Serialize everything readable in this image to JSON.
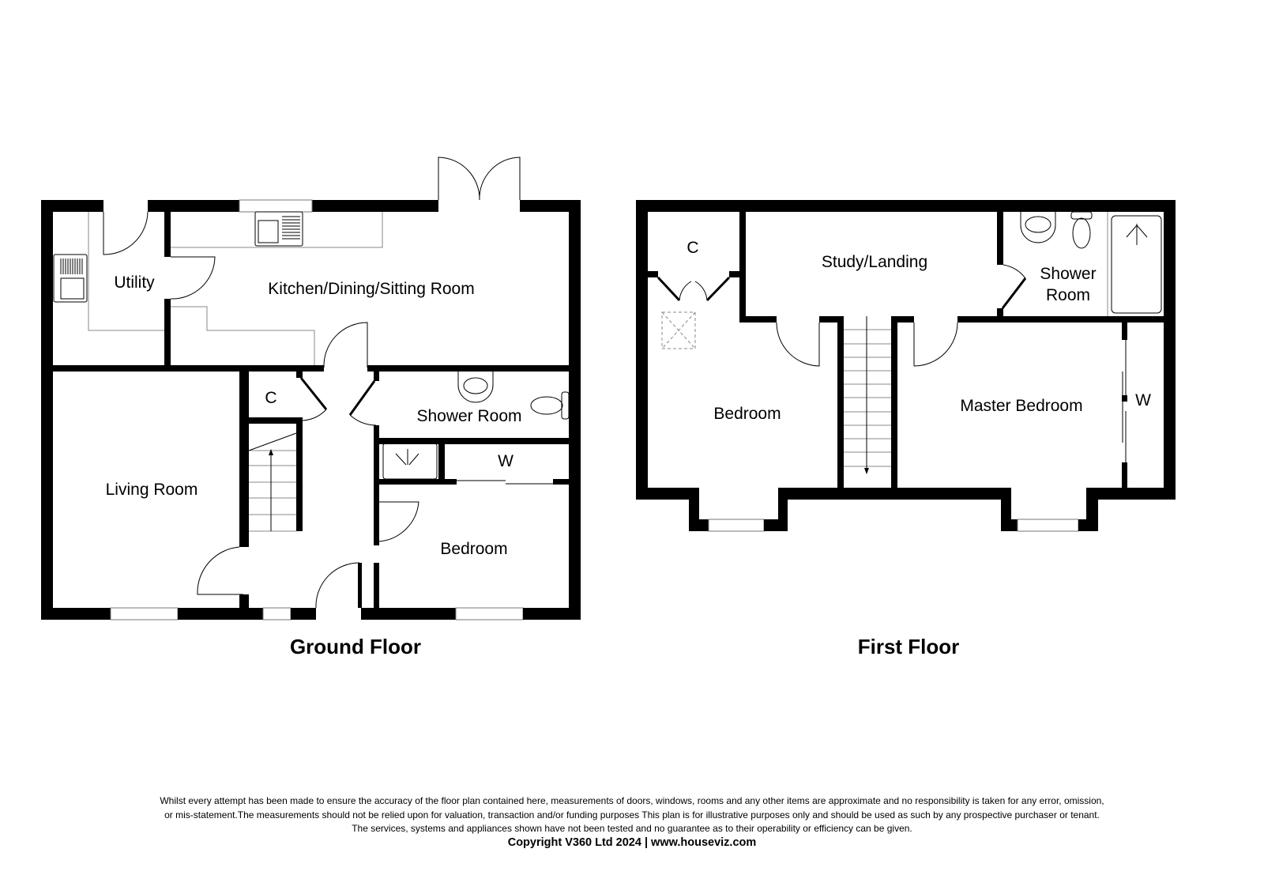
{
  "ground_floor": {
    "title": "Ground Floor",
    "rooms": {
      "utility": "Utility",
      "kitchen": "Kitchen/Dining/Sitting Room",
      "cupboard": "C",
      "shower_room": "Shower Room",
      "wardrobe": "W",
      "living_room": "Living Room",
      "bedroom": "Bedroom"
    }
  },
  "first_floor": {
    "title": "First Floor",
    "rooms": {
      "cupboard": "C",
      "study_landing": "Study/Landing",
      "shower_room_line1": "Shower",
      "shower_room_line2": "Room",
      "bedroom": "Bedroom",
      "master_bedroom": "Master Bedroom",
      "wardrobe": "W"
    }
  },
  "disclaimer": {
    "line1": "Whilst every attempt has been made to ensure the accuracy of the floor plan contained here, measurements of doors, windows, rooms and any other items are approximate and no responsibility is taken for any error, omission,",
    "line2": "or mis-statement.The measurements should not be relied upon for valuation, transaction and/or funding purposes This plan is for illustrative purposes only and should be used as such by any prospective purchaser or tenant.",
    "line3": "The services, systems and appliances shown have not been tested and no guarantee as to their operability or efficiency can be given.",
    "copyright": "Copyright V360 Ltd 2024 | www.houseviz.com"
  }
}
